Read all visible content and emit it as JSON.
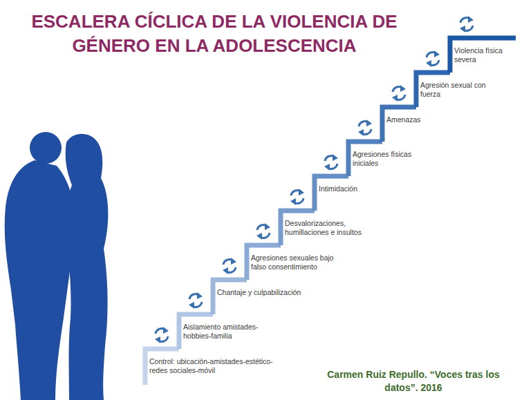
{
  "diagram": {
    "title": "ESCALERA CÍCLICA DE LA VIOLENCIA DE GÉNERO EN LA ADOLESCENCIA",
    "caption": "Carmen Ruiz Repullo. “Voces tras los datos”. 2016",
    "labels": [
      "Control: ubicación-amistades-estético-redes sociales-móvil",
      "Aislamiento amistades-hobbies-familia",
      "Chantaje y culpabilización",
      "Agresiones sexuales bajo falso consentimiento",
      "Desvalorizaciones, humillaciones e insultos",
      "Intimidación",
      "Agresiones físicas iniciales",
      "Amenazas",
      "Agresión sexual con fuerza",
      "Violencia física severa"
    ]
  }
}
